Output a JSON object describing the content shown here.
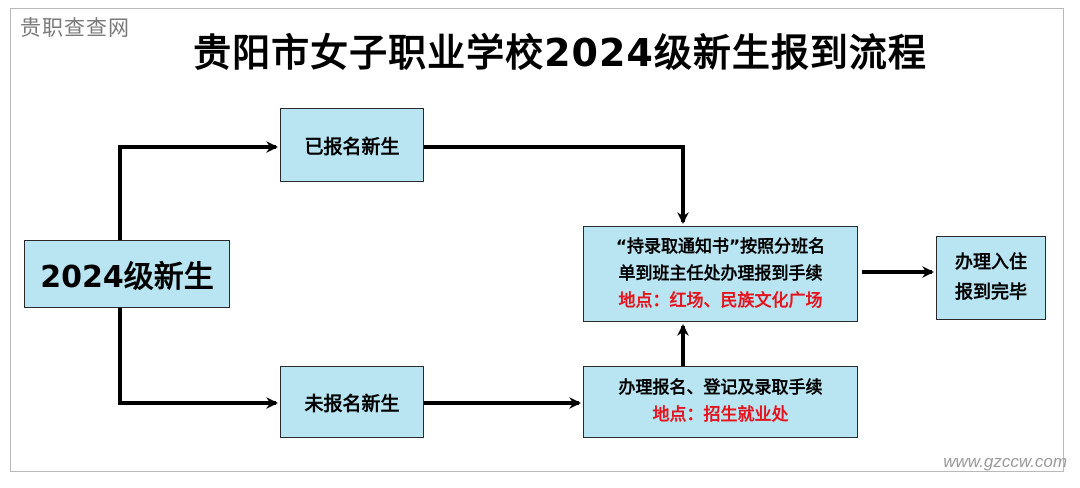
{
  "watermark_top": "贵职查查网",
  "watermark_bottom": "www.gzccw.com",
  "title": "贵阳市女子职业学校2024级新生报到流程",
  "nodes": {
    "start": "2024级新生",
    "registered": "已报名新生",
    "unregistered": "未报名新生",
    "report": {
      "line1": "“持录取通知书”按照分班名",
      "line2": "单到班主任处办理报到手续",
      "location": "地点：红场、民族文化广场"
    },
    "procedure": {
      "line1": "办理报名、登记及录取手续",
      "location": "地点：招生就业处"
    },
    "done": {
      "line1": "办理入住",
      "line2": "报到完毕"
    }
  },
  "colors": {
    "box_fill": "#b9e4f1",
    "location_text": "#e5141c",
    "arrow": "#000000"
  }
}
